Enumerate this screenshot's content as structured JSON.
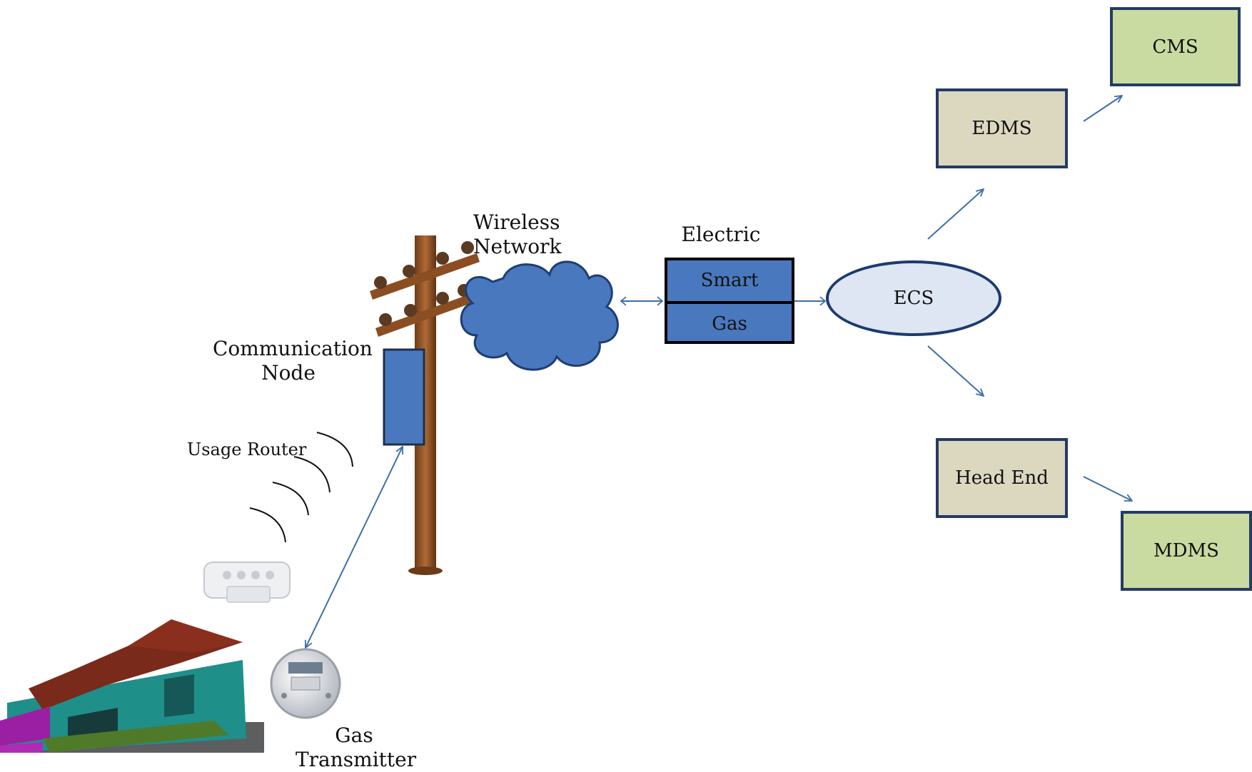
{
  "labels": {
    "wireless_line1": "Wireless",
    "wireless_line2": "Network",
    "electric": "Electric",
    "smart": "Smart",
    "gas": "Gas",
    "ecs": "ECS",
    "communication_line1": "Communication",
    "communication_line2": "Node",
    "usage_router": "Usage Router",
    "gas_transmitter_line1": "Gas",
    "gas_transmitter_line2": "Transmitter",
    "edms": "EDMS",
    "cms": "CMS",
    "head_end": "Head End",
    "mdms": "MDMS"
  },
  "colors": {
    "node_blue": "#4a78be",
    "arrow_blue": "#3f6ea8",
    "box_border": "#243b63",
    "beige_fill": "#dcd8c0",
    "green_fill": "#c9dba0",
    "ellipse_fill": "#dde6f2",
    "pole_brown": "#9a5a2a"
  },
  "icons": [
    "utility-pole-icon",
    "cloud-icon",
    "house-icon",
    "gas-meter-icon",
    "usage-router-device-icon",
    "wireless-signal-icon"
  ]
}
